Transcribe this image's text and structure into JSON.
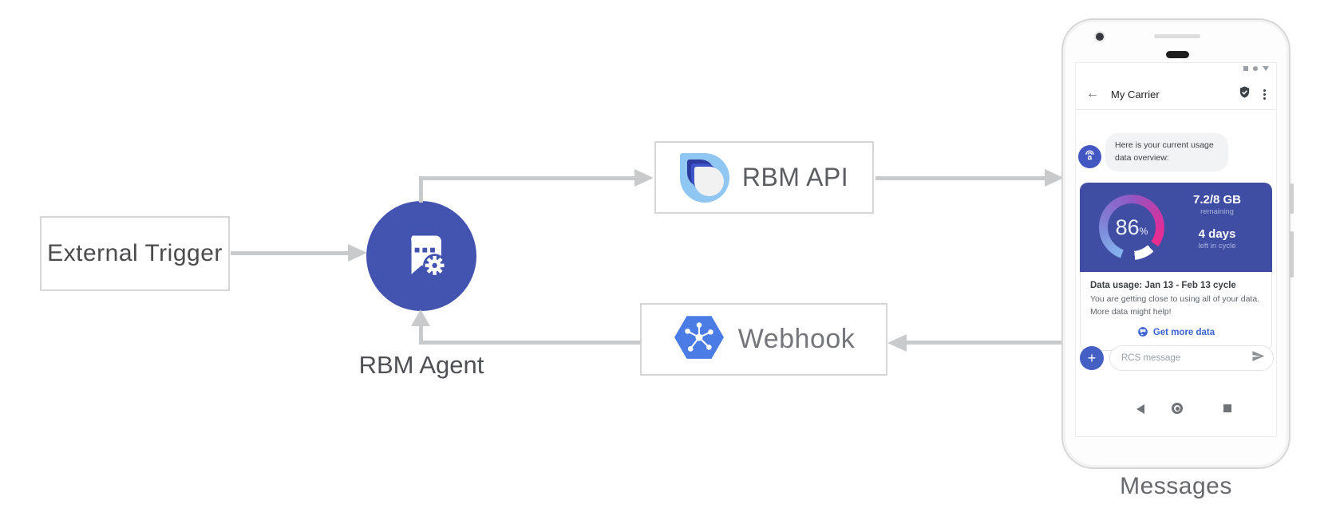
{
  "diagram": {
    "nodes": {
      "external_trigger": "External Trigger",
      "rbm_agent": "RBM Agent",
      "rbm_api": "RBM API",
      "webhook": "Webhook"
    },
    "phone_caption": "Messages"
  },
  "phone": {
    "app_bar": {
      "title": "My Carrier"
    },
    "chat": {
      "bubble_line1": "Here is your current usage",
      "bubble_line2": "data overview:",
      "card": {
        "percent": "86",
        "percent_sign": "%",
        "remaining_value": "7.2/8 GB",
        "remaining_label": "remaining",
        "cycle_value": "4 days",
        "cycle_label": "left in cycle",
        "usage_title": "Data usage: Jan 13 - Feb 13 cycle",
        "usage_line1": "You are getting close to using all of your data.",
        "usage_line2": "More data might help!",
        "action_label": "Get more data"
      }
    },
    "composer": {
      "placeholder": "RCS message",
      "plus_label": "+"
    }
  },
  "icons": {
    "agent": "chat-bubble-gear-icon",
    "rbm_api": "rbm-drop-logo-icon",
    "webhook": "cloud-hexagon-icon",
    "avatar": "antenna-icon",
    "app_bar": [
      "back-arrow-icon",
      "verified-shield-icon",
      "kebab-menu-icon"
    ],
    "status_bar": [
      "square-icon",
      "circle-icon",
      "triangle-down-icon"
    ],
    "card_action": "globe-icon",
    "composer": [
      "plus-icon",
      "send-icon"
    ],
    "nav": [
      "nav-back-icon",
      "nav-home-icon",
      "nav-recent-icon"
    ]
  },
  "colors": {
    "agent_circle": "#4254b0",
    "card_blue": "#3f4da3",
    "link_blue": "#3b63d3",
    "arrow_gray": "#c9cacc",
    "gauge_gradient": [
      "#85b6f0",
      "#7e87d8",
      "#9157c2",
      "#ee2d8c"
    ],
    "gauge_remainder": "#ffffff"
  }
}
